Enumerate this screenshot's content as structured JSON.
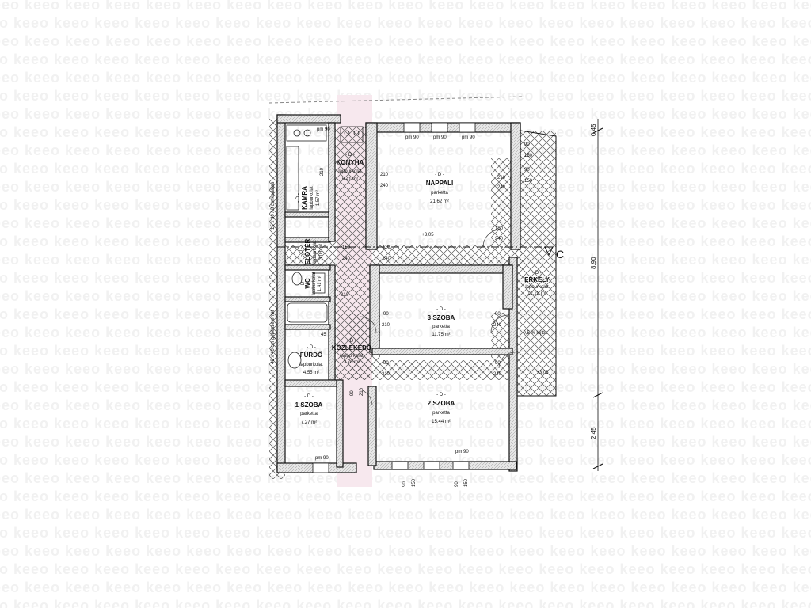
{
  "watermark_text": "keeo",
  "rooms": {
    "konyha": {
      "code": "- D -",
      "name": "KONYHA",
      "finish": "lapburkolat",
      "area": "6.41 m²"
    },
    "nappali": {
      "code": "- D -",
      "name": "NAPPALI",
      "finish": "parketta",
      "area": "21.62 m²"
    },
    "kamra": {
      "code": "- D -",
      "name": "KAMRA",
      "finish": "lapburkolat",
      "area": "1.57 m²"
    },
    "eloter": {
      "code": "- D -",
      "name": "ELŐTÉR",
      "finish": "lapburkolat",
      "area": "3.03 m²"
    },
    "wc": {
      "code": "- D -",
      "name": "WC",
      "finish": "lapburkolat",
      "area": "1.41 m²"
    },
    "szoba3": {
      "code": "- D -",
      "name": "3 SZOBA",
      "finish": "parketta",
      "area": "11.75 m²"
    },
    "erkely": {
      "code": "- D -",
      "name": "ERKÉLY",
      "finish": "lapburkolat",
      "area": "12.28 m²"
    },
    "kozlekedo": {
      "code": "- D -",
      "name": "KÖZLEKEDŐ",
      "finish": "lapburkolat",
      "area": "3.70 m²"
    },
    "furdo": {
      "code": "- D -",
      "name": "FÜRDŐ",
      "finish": "lapburkolat",
      "area": "4.55 m²"
    },
    "szoba1": {
      "code": "- D -",
      "name": "1 SZOBA",
      "finish": "parketta",
      "area": "7.27 m²"
    },
    "szoba2": {
      "code": "- D -",
      "name": "2 SZOBA",
      "finish": "parketta",
      "area": "15.44 m²"
    }
  },
  "dimensions": {
    "pm90": "pm 90",
    "d210": "210",
    "d240": "240",
    "d110": "110",
    "d150": "150",
    "d180": "180",
    "d90": "90",
    "d45": "45",
    "level": "+3,05",
    "level2": "+3,03",
    "total_height": "8,90",
    "top_dim": "0,45",
    "bottom_dim": "2,45",
    "slope": "0,5 % lejtés",
    "left_note1": "15 x 30 / 3 cm korlátos",
    "left_note2": "40 x 40 cm gépészetemel",
    "section_marker": "C"
  }
}
